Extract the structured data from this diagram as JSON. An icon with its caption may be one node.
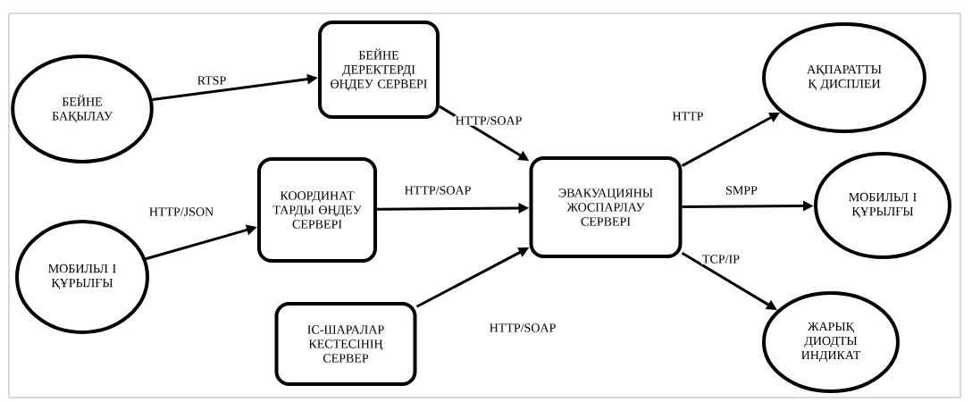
{
  "diagram": {
    "nodes": [
      {
        "text": [
          "БЕЙНЕ БАҚЫЛАУ"
        ]
      },
      {
        "text": [
          "БЕЙНЕ ДЕРЕКТЕРДІ ӨҢДЕУ СЕРВЕРІ"
        ]
      },
      {
        "text": [
          "МОБИЛЬЛ І ҚҰРЫЛҒЫ"
        ]
      },
      {
        "text": [
          "КООРДИНАТ ТАРДЫ ӨҢДЕУ СЕРВЕРІ"
        ]
      },
      {
        "text": [
          "ЭВАКУАЦИЯНЫ ЖОСПАРЛАУ СЕРВЕРІ"
        ]
      },
      {
        "text": [
          "ІС-ШАРАЛАР КЕСТЕСІНІҢ СЕРВЕР"
        ]
      },
      {
        "text": [
          "АҚПАРАТТЫ Қ ДИСПЛЕИ"
        ]
      },
      {
        "text": [
          "МОБИЛЬЛ І ҚҰРЫЛҒЫ"
        ]
      },
      {
        "text": [
          "ЖАРЫҚ ДИОДТЫ ИНДИКАТ"
        ]
      }
    ],
    "edges": [
      {
        "from": 0,
        "to": 1,
        "arrow": "to",
        "label": "RTSP"
      },
      {
        "from": 1,
        "to": 4,
        "arrow": "to",
        "label": "HTTP/SOAP"
      },
      {
        "from": 2,
        "to": 3,
        "arrow": "to",
        "label": "HTTP/JSON"
      },
      {
        "from": 3,
        "to": 4,
        "arrow": "to",
        "label": "HTTP/SOAP"
      },
      {
        "from": 5,
        "to": 4,
        "arrow": "to",
        "label": "HTTP/SOAP"
      },
      {
        "from": 4,
        "to": 6,
        "arrow": "to",
        "label": "HTTP"
      },
      {
        "from": 4,
        "to": 7,
        "arrow": "to",
        "label": "SMPP"
      },
      {
        "from": 4,
        "to": 8,
        "arrow": "to",
        "label": "TCP/IP"
      }
    ]
  }
}
